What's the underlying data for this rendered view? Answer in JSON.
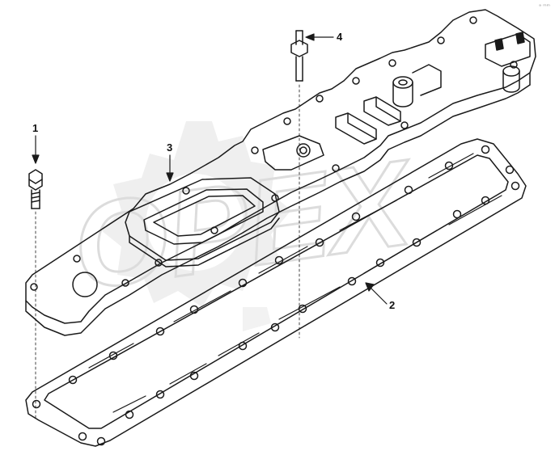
{
  "diagram": {
    "callouts": [
      {
        "id": "1",
        "label": "1",
        "part": "bolt-left"
      },
      {
        "id": "2",
        "label": "2",
        "part": "gasket"
      },
      {
        "id": "3",
        "label": "3",
        "part": "cover-plate"
      },
      {
        "id": "4",
        "label": "4",
        "part": "stud-bolt"
      }
    ],
    "watermark": "OPEX",
    "corner_mark": "ᵃ ᵐᵐ",
    "colors": {
      "line": "#1a1a1a",
      "watermark": "#e6e6e6",
      "background": "#ffffff"
    }
  }
}
